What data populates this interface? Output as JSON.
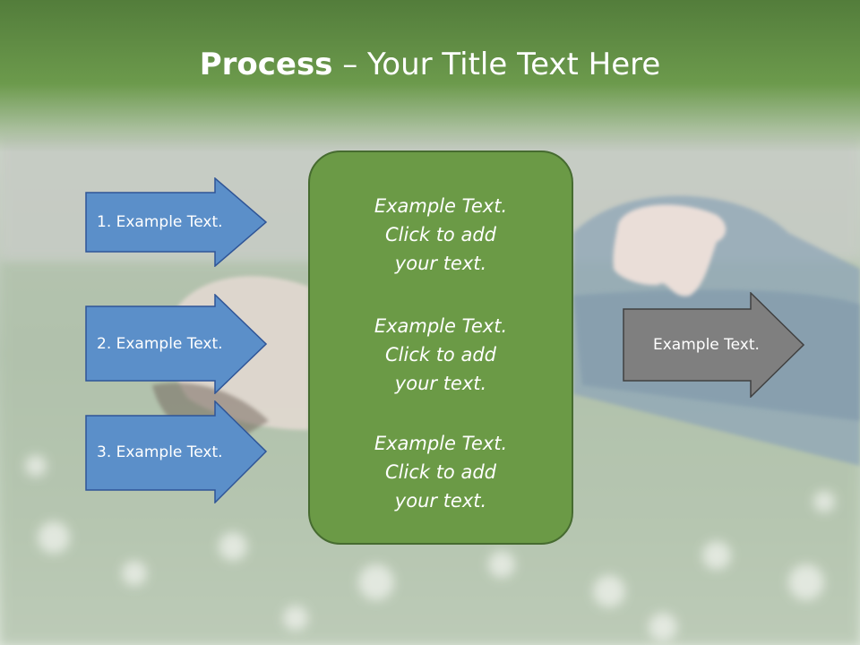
{
  "slide": {
    "title_bold": "Process",
    "title_rest": " – Your Title Text Here"
  },
  "left_arrows": [
    {
      "label": "1. Example Text."
    },
    {
      "label": "2. Example Text."
    },
    {
      "label": "3. Example Text."
    }
  ],
  "center_box": {
    "blocks": [
      {
        "line1": "Example Text.",
        "line2": "Click  to add",
        "line3": "your text."
      },
      {
        "line1": "Example Text.",
        "line2": "Click  to add",
        "line3": "your text."
      },
      {
        "line1": "Example Text.",
        "line2": "Click  to add",
        "line3": "your text."
      }
    ]
  },
  "right_arrow": {
    "label": "Example Text."
  },
  "colors": {
    "header_green": "#6c9a4c",
    "arrow_blue": "#5b8fc9",
    "box_green": "#6b9a46",
    "arrow_gray": "#7f7f7f"
  }
}
